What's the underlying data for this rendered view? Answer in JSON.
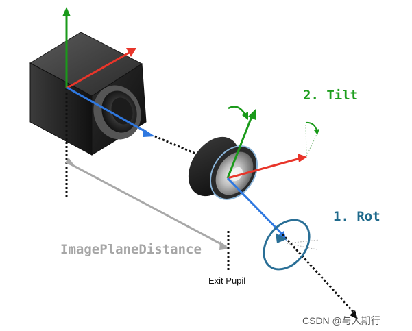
{
  "labels": {
    "tilt": "2. Tilt",
    "rot": "1. Rot",
    "image_plane_distance": "ImagePlaneDistance",
    "exit_pupil": "Exit Pupil",
    "watermark": "CSDN @与人期行"
  },
  "colors": {
    "tilt_label": "#1e9e1e",
    "rot_label": "#1f6a8c",
    "distance_label": "#a6a6a6",
    "x_axis": "#e8352a",
    "y_axis": "#1a9a1a",
    "z_axis": "#2f78e0",
    "dimension_arrow": "#a8a8a8",
    "rot_ellipse": "#2a6f96"
  }
}
